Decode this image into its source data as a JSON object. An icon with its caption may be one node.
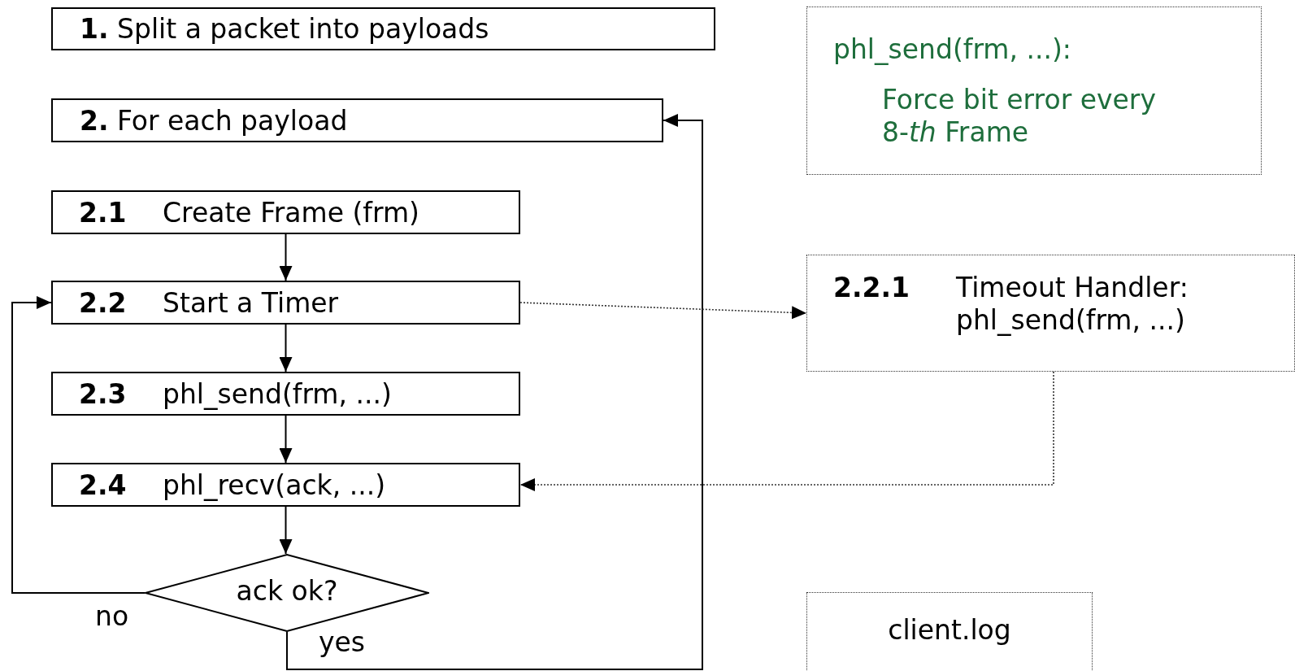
{
  "diagram": {
    "nodes": [
      {
        "text": [
          "**1.** Split a packet into payloads"
        ]
      },
      {
        "text": [
          "**2.** For each payload"
        ]
      },
      {
        "text": [
          "2.1",
          "Create Frame (frm)"
        ]
      },
      {
        "text": [
          "2.2",
          "Start a Timer"
        ]
      },
      {
        "text": [
          "2.3",
          "phl_send(frm, ...)"
        ]
      },
      {
        "text": [
          "2.4",
          "phl_recv(ack, ...)"
        ]
      },
      {
        "text": [
          "ack ok?"
        ]
      },
      {
        "text": [
          "phl_send(frm, ...):",
          "Force bit error every 8-*th* Frame"
        ]
      },
      {
        "text": [
          "2.2.1",
          "Timeout Handler: phl_send(frm, ...)"
        ]
      },
      {
        "text": [
          "client.log"
        ]
      }
    ],
    "edges": [
      {
        "from": 2,
        "to": 3,
        "arrow": "to"
      },
      {
        "from": 3,
        "to": 4,
        "arrow": "to"
      },
      {
        "from": 4,
        "to": 5,
        "arrow": "to"
      },
      {
        "from": 5,
        "to": 6,
        "arrow": "to"
      },
      {
        "from": 6,
        "to": 3,
        "arrow": "to",
        "label": "no"
      },
      {
        "from": 6,
        "to": 1,
        "arrow": "to",
        "label": "yes"
      },
      {
        "from": 3,
        "to": 8,
        "arrow": "to",
        "style": "dashed"
      },
      {
        "from": 8,
        "to": 5,
        "arrow": "to",
        "style": "dashed"
      }
    ]
  }
}
